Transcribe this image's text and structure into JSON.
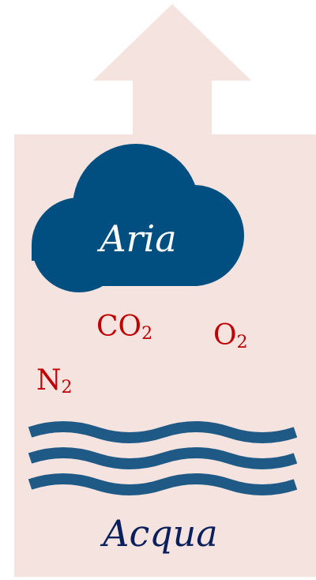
{
  "labels": {
    "air": "Aria",
    "water": "Acqua"
  },
  "gases": {
    "co2": {
      "base": "CO",
      "sub": "2"
    },
    "o2": {
      "base": "O",
      "sub": "2"
    },
    "n2": {
      "base": "N",
      "sub": "2"
    }
  },
  "colors": {
    "background_shape": "#f4e3df",
    "cloud": "#004f80",
    "waves": "#1f5a87",
    "gas_text": "#c00000",
    "water_text": "#0b1f5c",
    "air_text": "#ffffff"
  },
  "icons": {
    "arrow": "up-arrow-icon",
    "cloud": "cloud-icon",
    "waves": "water-waves-icon"
  }
}
